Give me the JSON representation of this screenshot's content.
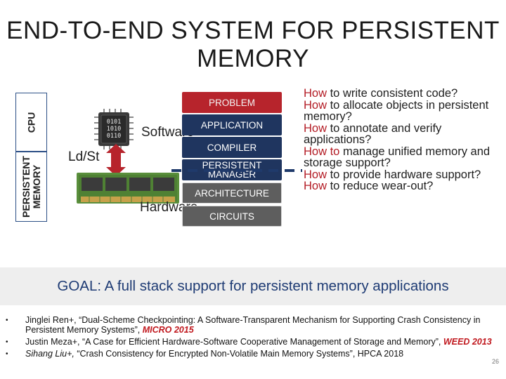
{
  "title": "END-TO-END SYSTEM FOR PERSISTENT MEMORY",
  "side_labels": {
    "cpu": "CPU",
    "persistent_memory": "PERSISTENT\nMEMORY"
  },
  "diagram": {
    "ld_st": "Ld/St",
    "software": "Software",
    "hardware": "Hardware",
    "chip_bits": [
      "0101",
      "1010",
      "0110"
    ],
    "problem": "PROBLEM",
    "stack": [
      "APPLICATION",
      "COMPILER",
      "PERSISTENT MANAGER",
      "ARCHITECTURE",
      "CIRCUITS"
    ]
  },
  "questions": [
    {
      "highlight": "How",
      "rest": " to write consistent code?"
    },
    {
      "highlight": "How",
      "rest": " to allocate objects in persistent memory?"
    },
    {
      "highlight": "How",
      "rest": " to annotate and verify applications?"
    },
    {
      "highlight": "How to",
      "rest": " manage unified memory and storage support?"
    },
    {
      "highlight": "How",
      "rest": " to provide hardware support?"
    },
    {
      "highlight": "How",
      "rest": " to reduce wear-out?"
    }
  ],
  "goal": "GOAL: A full stack support for persistent memory applications",
  "references": [
    {
      "authors": "Jinglei Ren+, ",
      "text": "“Dual-Scheme Checkpointing: A Software-Transparent Mechanism for Supporting Crash Consistency in Persistent Memory Systems”, ",
      "venue": "MICRO 2015"
    },
    {
      "authors": "Justin Meza+, ",
      "text": "“A Case for Efficient Hardware-Software Cooperative Management of Storage and Memory”, ",
      "venue": "WEED 2013"
    },
    {
      "authors": "Sihang Liu+, ",
      "text": "“Crash Consistency for Encrypted Non-Volatile Main Memory Systems”, ",
      "venue": "HPCA 2018"
    }
  ],
  "slide_number": "26",
  "colors": {
    "problem": "#b7242c",
    "software_layer": "#1f355f",
    "hardware_layer": "#5e5e5e",
    "highlight": "#b31b24",
    "goal_text": "#1e3b74",
    "dash": "#1f3a6b"
  }
}
